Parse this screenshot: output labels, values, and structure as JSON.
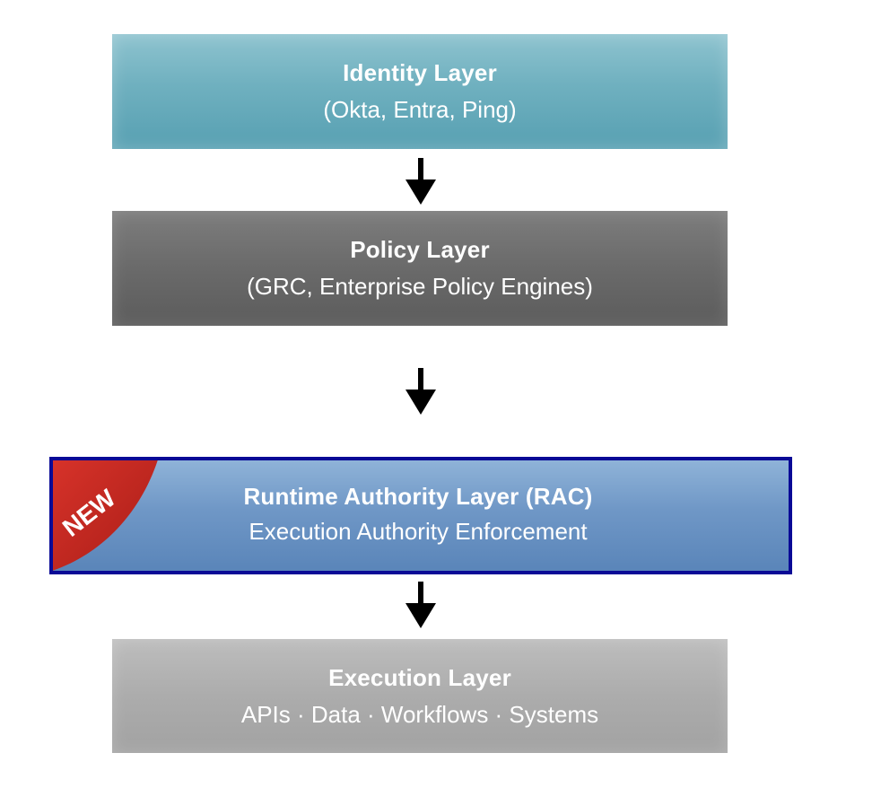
{
  "diagram": {
    "layers": {
      "identity": {
        "title": "Identity Layer",
        "subtitle": "(Okta, Entra, Ping)",
        "color": "#6fb0bf"
      },
      "policy": {
        "title": "Policy Layer",
        "subtitle": "(GRC, Enterprise Policy Engines)",
        "color": "#6a6a6a"
      },
      "runtime": {
        "title": "Runtime Authority Layer (RAC)",
        "subtitle": "Execution Authority Enforcement",
        "badge": "NEW",
        "color": "#6f97c6",
        "border_color": "#0a0a96",
        "badge_color": "#c8261e"
      },
      "execution": {
        "title": "Execution Layer",
        "subtitle": "APIs · Data · Workflows · Systems",
        "color": "#acacac"
      }
    },
    "arrow_color": "#000000"
  }
}
